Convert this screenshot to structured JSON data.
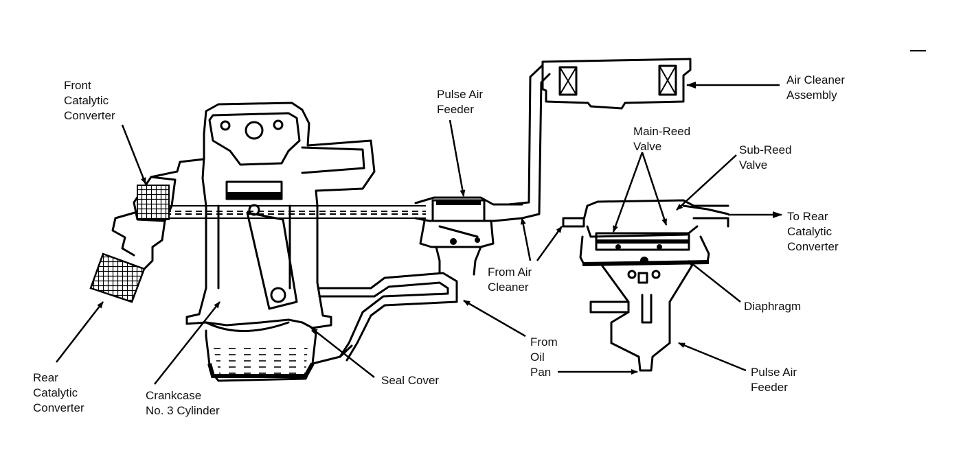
{
  "labels": {
    "front_catalytic_converter": [
      "Front",
      "Catalytic",
      "Converter"
    ],
    "rear_catalytic_converter": [
      "Rear",
      "Catalytic",
      "Converter"
    ],
    "crankcase": [
      "Crankcase",
      "No. 3 Cylinder"
    ],
    "seal_cover": [
      "Seal Cover"
    ],
    "pulse_air_feeder_top": [
      "Pulse Air",
      "Feeder"
    ],
    "from_air_cleaner": [
      "From Air",
      "Cleaner"
    ],
    "from_oil_pan": [
      "From",
      "Oil",
      "Pan"
    ],
    "air_cleaner_assembly": [
      "Air Cleaner",
      "Assembly"
    ],
    "main_reed_valve": [
      "Main-Reed",
      "Valve"
    ],
    "sub_reed_valve": [
      "Sub-Reed",
      "Valve"
    ],
    "to_rear_catalytic_converter": [
      "To Rear",
      "Catalytic",
      "Converter"
    ],
    "diaphragm": [
      "Diaphragm"
    ],
    "pulse_air_feeder_right": [
      "Pulse Air",
      "Feeder"
    ]
  }
}
